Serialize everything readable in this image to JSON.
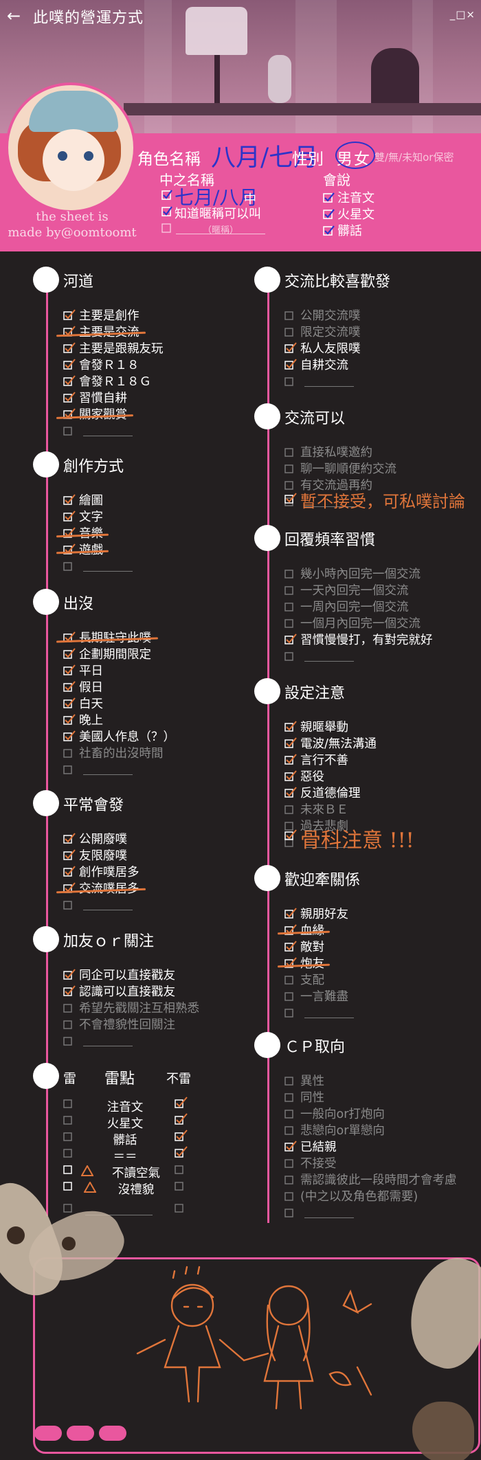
{
  "header": {
    "title": "此噗的營運方式",
    "window_controls": "_□×"
  },
  "credit": {
    "line1": "the sheet is",
    "line2": "made by@oomtoomt"
  },
  "profile": {
    "role_name_label": "角色名稱",
    "role_name_value": "八月/七月",
    "gender_label": "性別",
    "gender_male": "男",
    "gender_female": "女",
    "gender_rest": "雙/無/未知or保密",
    "nickname_label": "中之名稱",
    "nickname_value": "七月/八月",
    "nickname_suffix": "中",
    "nickname_known": "知道暱稱可以叫",
    "nickname_blank": "（暱稱）",
    "language_label": "會說",
    "languages": [
      "注音文",
      "火星文",
      "髒話"
    ]
  },
  "sections_left": [
    {
      "title": "河道",
      "items": [
        {
          "text": "主要是創作",
          "state": "on"
        },
        {
          "text": "主要是交流",
          "state": "on"
        },
        {
          "text": "主要是跟親友玩",
          "state": "on"
        },
        {
          "text": "會發Ｒ１８",
          "state": "on"
        },
        {
          "text": "會發Ｒ１８Ｇ",
          "state": "on"
        },
        {
          "text": "習慣自耕",
          "state": "on"
        },
        {
          "text": "關家觀賞",
          "state": "on"
        }
      ]
    },
    {
      "title": "創作方式",
      "items": [
        {
          "text": "繪圖",
          "state": "on"
        },
        {
          "text": "文字",
          "state": "on"
        },
        {
          "text": "音樂",
          "state": "on"
        },
        {
          "text": "遊戲",
          "state": "on"
        }
      ]
    },
    {
      "title": "出沒",
      "items": [
        {
          "text": "長期駐守此噗",
          "state": "on"
        },
        {
          "text": "企劃期間限定",
          "state": "on"
        },
        {
          "text": "平日",
          "state": "on"
        },
        {
          "text": "假日",
          "state": "on"
        },
        {
          "text": "白天",
          "state": "on"
        },
        {
          "text": "晚上",
          "state": "on"
        },
        {
          "text": "美國人作息（？）",
          "state": "on"
        },
        {
          "text": "社畜的出沒時間",
          "state": "off"
        }
      ]
    },
    {
      "title": "平常會發",
      "items": [
        {
          "text": "公開廢噗",
          "state": "on"
        },
        {
          "text": "友限廢噗",
          "state": "on"
        },
        {
          "text": "創作噗居多",
          "state": "on"
        },
        {
          "text": "交流噗居多",
          "state": "on"
        }
      ]
    },
    {
      "title": "加友ｏｒ關注",
      "items": [
        {
          "text": "同企可以直接戳友",
          "state": "on"
        },
        {
          "text": "認識可以直接戳友",
          "state": "on"
        },
        {
          "text": "希望先戳關注互相熟悉",
          "state": "off"
        },
        {
          "text": "不會禮貌性回關注",
          "state": "off"
        }
      ]
    }
  ],
  "sections_right": [
    {
      "title": "交流比較喜歡發",
      "items": [
        {
          "text": "公開交流噗",
          "state": "off"
        },
        {
          "text": "限定交流噗",
          "state": "off"
        },
        {
          "text": "私人友限噗",
          "state": "on"
        },
        {
          "text": "自耕交流",
          "state": "on"
        }
      ]
    },
    {
      "title": "交流可以",
      "items": [
        {
          "text": "直接私噗邀約",
          "state": "off"
        },
        {
          "text": "聊一聊順便約交流",
          "state": "off"
        },
        {
          "text": "有交流過再約",
          "state": "off"
        }
      ]
    },
    {
      "title": "回覆頻率習慣",
      "items": [
        {
          "text": "幾小時內回完一個交流",
          "state": "off"
        },
        {
          "text": "一天內回完一個交流",
          "state": "off"
        },
        {
          "text": "一周內回完一個交流",
          "state": "off"
        },
        {
          "text": "一個月內回完一個交流",
          "state": "off"
        },
        {
          "text": "習慣慢慢打，有對完就好",
          "state": "on"
        }
      ]
    },
    {
      "title": "設定注意",
      "items": [
        {
          "text": "親暱舉動",
          "state": "on"
        },
        {
          "text": "電波/無法溝通",
          "state": "on"
        },
        {
          "text": "言行不善",
          "state": "on"
        },
        {
          "text": "惡役",
          "state": "on"
        },
        {
          "text": "反道德倫理",
          "state": "on"
        },
        {
          "text": "未來ＢＥ",
          "state": "off"
        },
        {
          "text": "過去悲劇",
          "state": "off"
        }
      ]
    },
    {
      "title": "歡迎牽關係",
      "items": [
        {
          "text": "親朋好友",
          "state": "on"
        },
        {
          "text": "血緣",
          "state": "on"
        },
        {
          "text": "敵對",
          "state": "on"
        },
        {
          "text": "炮友",
          "state": "on"
        },
        {
          "text": "支配",
          "state": "off"
        },
        {
          "text": "一言難盡",
          "state": "off"
        }
      ]
    },
    {
      "title": "ＣＰ取向",
      "items": [
        {
          "text": "異性",
          "state": "off"
        },
        {
          "text": "同性",
          "state": "off"
        },
        {
          "text": "一般向or打炮向",
          "state": "off"
        },
        {
          "text": "悲戀向or單戀向",
          "state": "off"
        },
        {
          "text": "已結親",
          "state": "on"
        },
        {
          "text": "不接受",
          "state": "off"
        },
        {
          "text": "需認識彼此一段時間才會考慮",
          "state": "off"
        },
        {
          "text": "(中之以及角色都需要)",
          "state": "off"
        }
      ]
    }
  ],
  "handwritten": {
    "contact_note": "暫不接受，可私噗討論",
    "setting_note": "骨科注意 !!!"
  },
  "mine": {
    "title": "雷",
    "center": "雷點",
    "right": "不雷",
    "rows": [
      "注音文",
      "火星文",
      "髒話",
      "＝＝",
      "不讀空氣",
      "沒禮貌"
    ]
  },
  "colors": {
    "accent_pink": "#e9579e",
    "background": "#231f20",
    "handwriting_orange": "#e0753a",
    "handwriting_blue": "#2c34c9"
  },
  "icons": [
    "back-arrow-icon",
    "checkbox-icon",
    "check-mark-icon",
    "triangle-warning-icon",
    "moth-icon"
  ]
}
